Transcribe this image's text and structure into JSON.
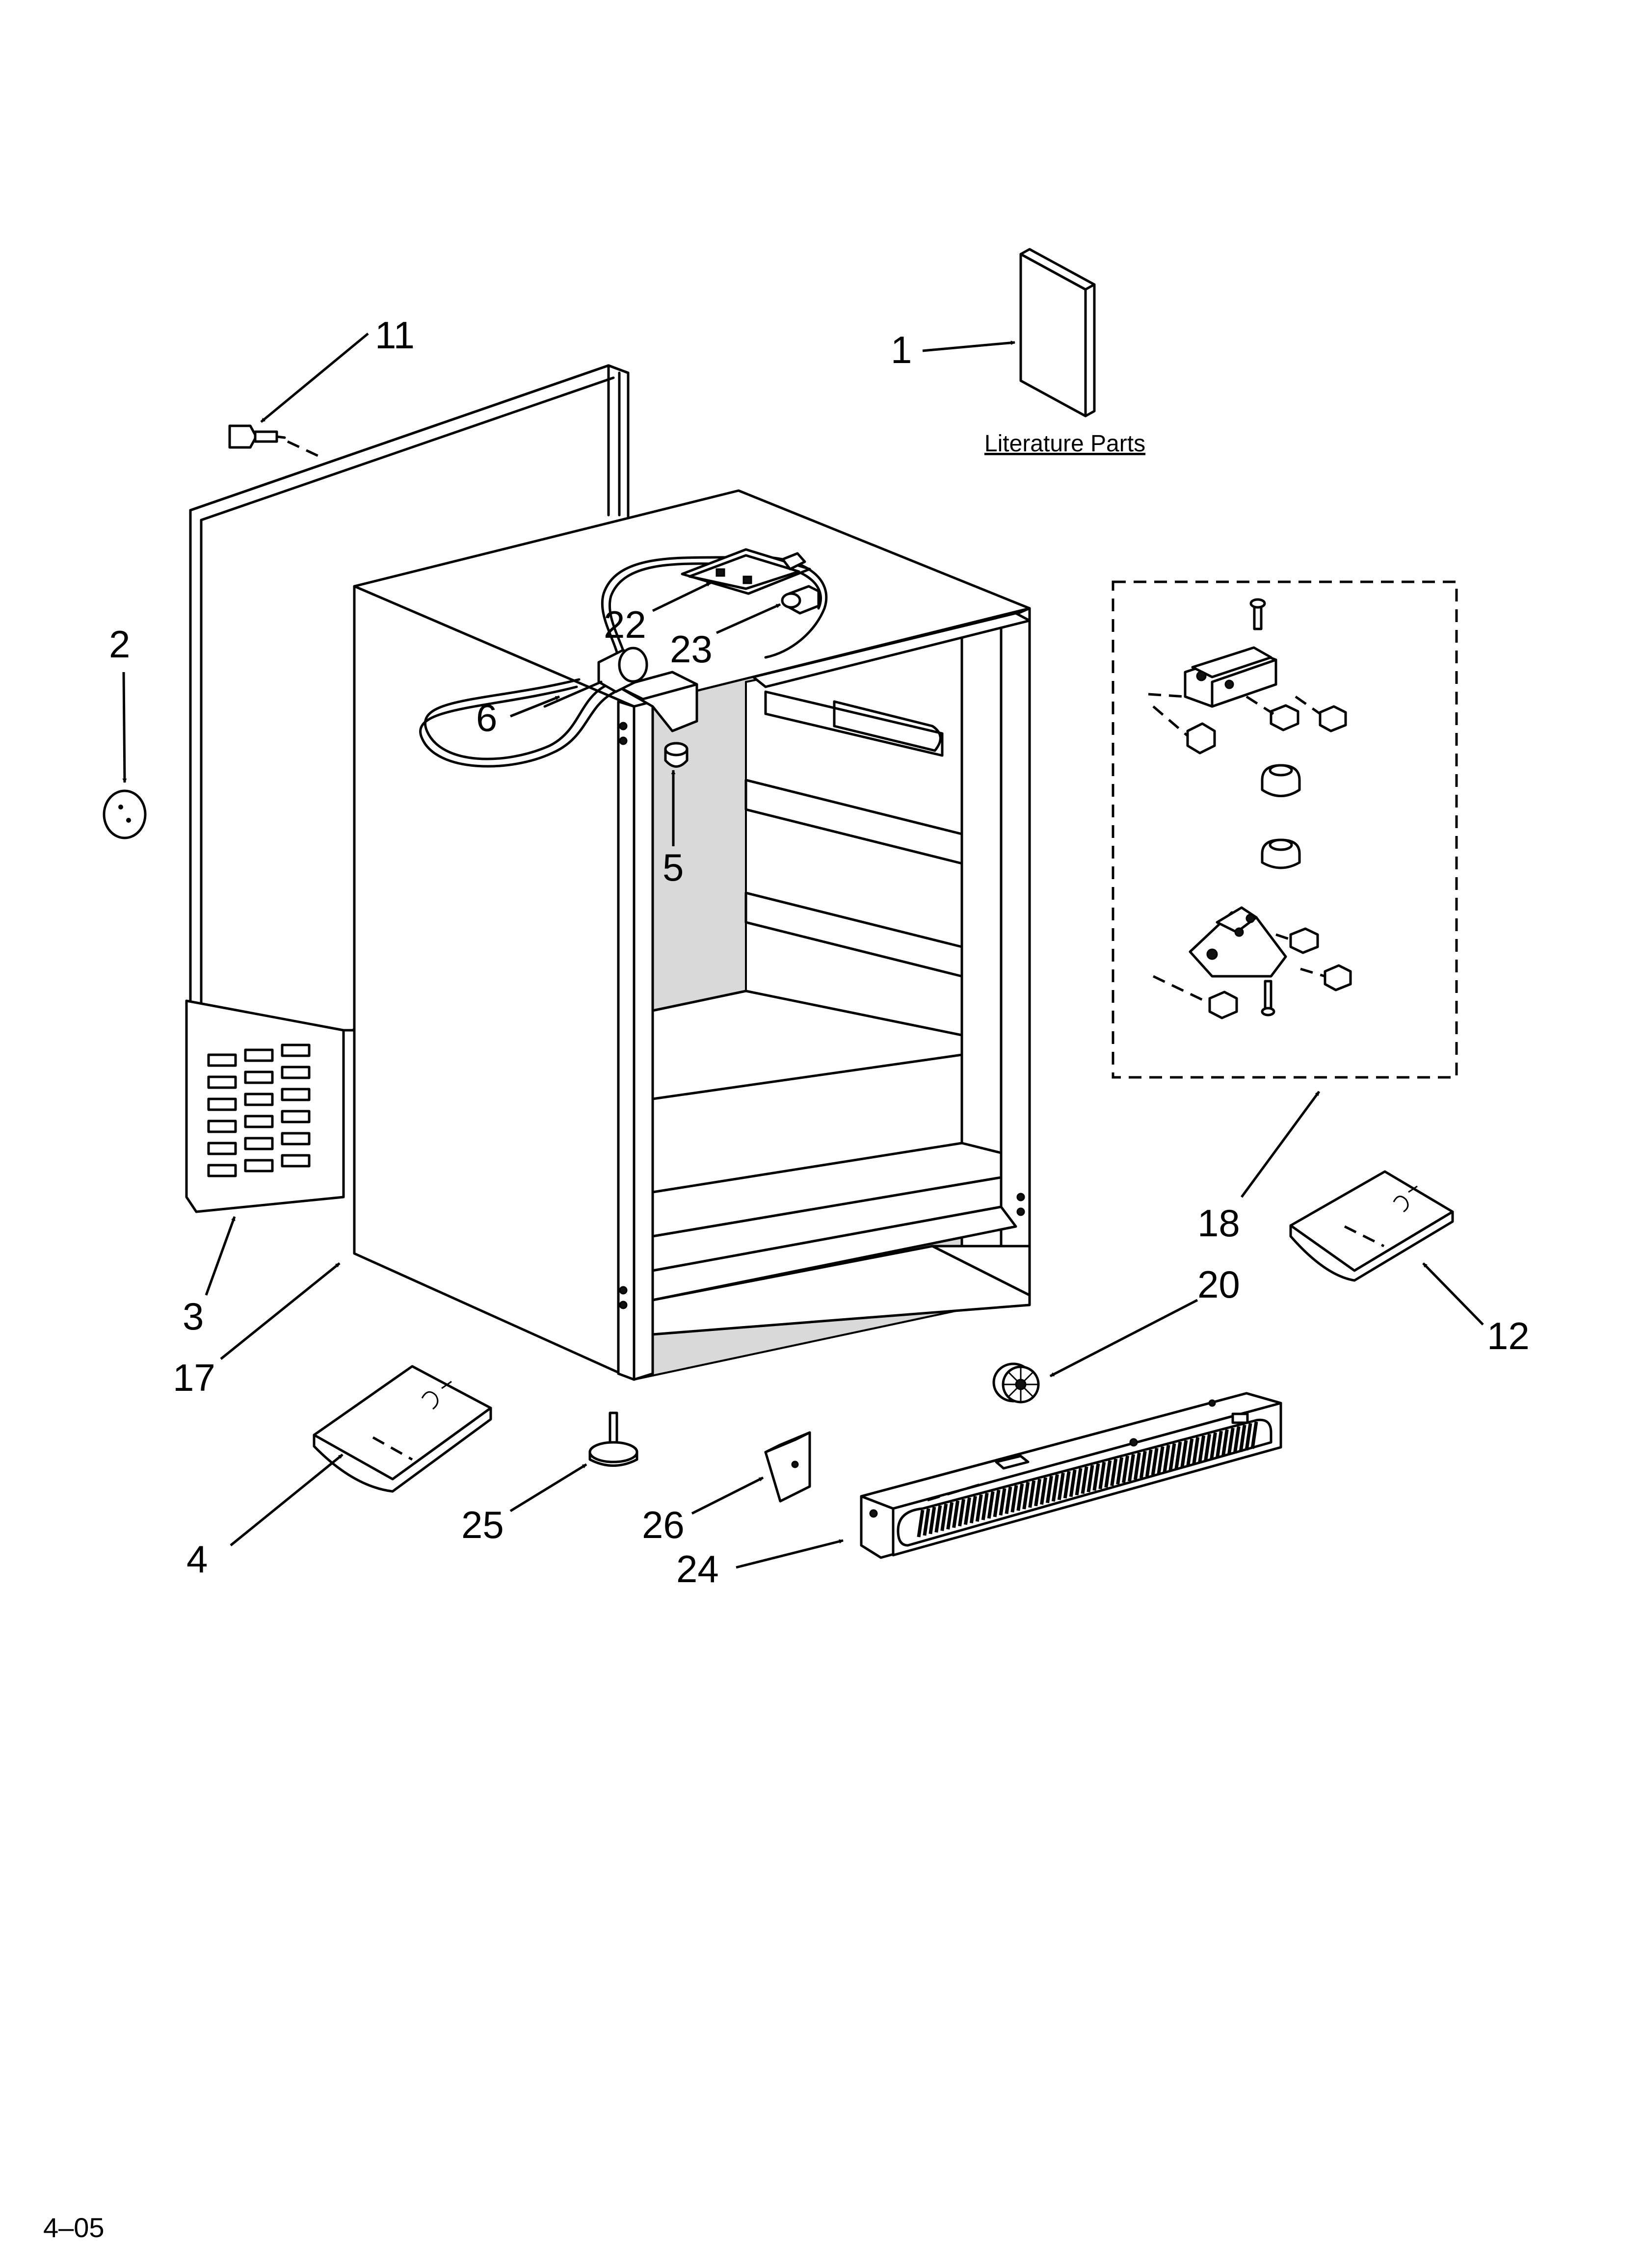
{
  "callouts": [
    {
      "id": "1",
      "label": "1"
    },
    {
      "id": "2",
      "label": "2"
    },
    {
      "id": "3",
      "label": "3"
    },
    {
      "id": "4",
      "label": "4"
    },
    {
      "id": "5",
      "label": "5"
    },
    {
      "id": "6",
      "label": "6"
    },
    {
      "id": "11",
      "label": "11"
    },
    {
      "id": "12",
      "label": "12"
    },
    {
      "id": "17",
      "label": "17"
    },
    {
      "id": "18",
      "label": "18"
    },
    {
      "id": "20",
      "label": "20"
    },
    {
      "id": "22",
      "label": "22"
    },
    {
      "id": "23",
      "label": "23"
    },
    {
      "id": "24",
      "label": "24"
    },
    {
      "id": "25",
      "label": "25"
    },
    {
      "id": "26",
      "label": "26"
    }
  ],
  "literature_label": "Literature Parts",
  "page_code": "4–05"
}
